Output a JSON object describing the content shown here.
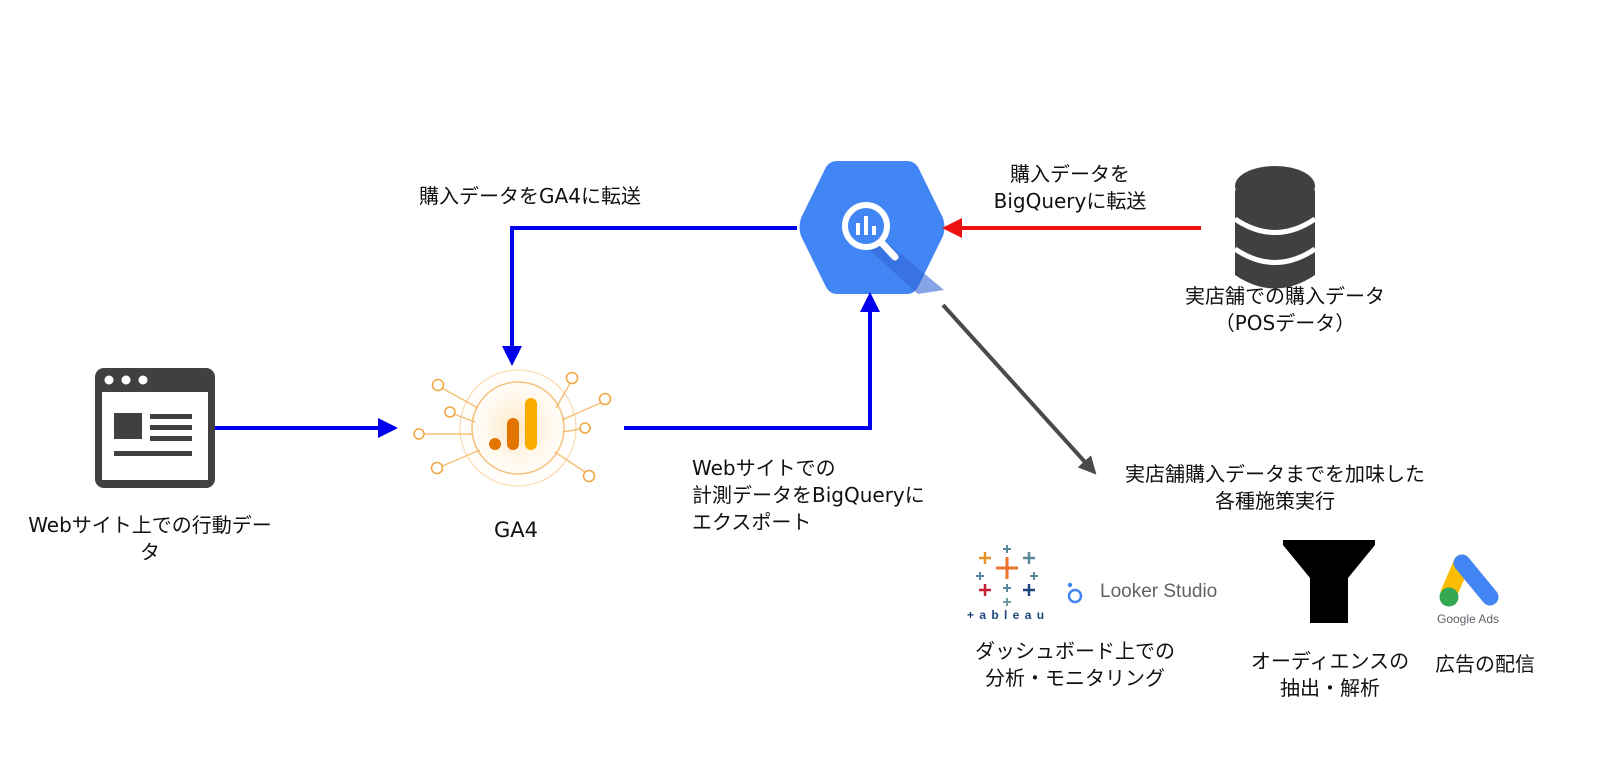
{
  "nodes": {
    "website_label": "Webサイト上での行動データ",
    "ga4_label": "GA4",
    "pos_label": "実店舗での購入データ\n（POSデータ）"
  },
  "arrows": {
    "bq_to_ga4_label": "購入データをGA4に転送",
    "pos_to_bq_label": "購入データを\nBigQueryに転送",
    "ga4_to_bq_label": "Webサイトでの\n計測データをBigQueryに\nエクスポート"
  },
  "actions": {
    "heading": "実店舗購入データまでを加味した\n各種施策実行",
    "tableau_wordmark": "+ a b l e a u",
    "looker_studio": "Looker Studio",
    "google_ads": "Google Ads",
    "dashboard_label": "ダッシュボード上での\n分析・モニタリング",
    "audience_label": "オーディエンスの\n抽出・解析",
    "ads_label": "広告の配信"
  },
  "colors": {
    "flow_arrow": "#0000ee",
    "pos_arrow": "#ee1111",
    "action_arrow": "#4a4a4a",
    "bigquery_blue": "#4285f4",
    "ga4_orange": "#e37400"
  }
}
